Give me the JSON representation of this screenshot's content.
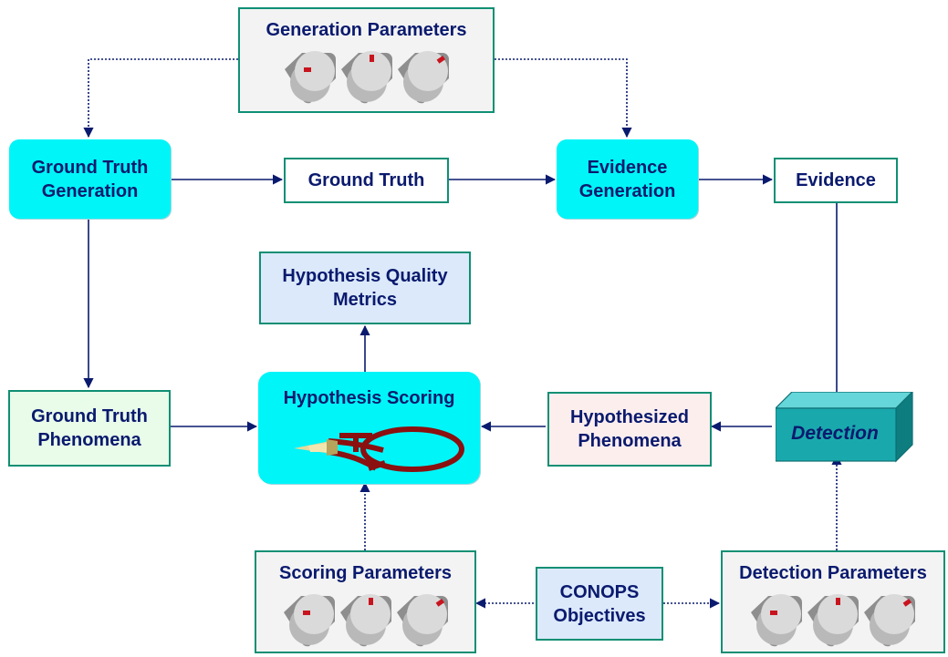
{
  "generation_parameters": {
    "label": "Generation Parameters"
  },
  "ground_truth_generation": {
    "line1": "Ground Truth",
    "line2": "Generation"
  },
  "ground_truth": {
    "label": "Ground Truth"
  },
  "evidence_generation": {
    "line1": "Evidence",
    "line2": "Generation"
  },
  "evidence": {
    "label": "Evidence"
  },
  "hypothesis_quality_metrics": {
    "line1": "Hypothesis Quality",
    "line2": "Metrics"
  },
  "ground_truth_phenomena": {
    "line1": "Ground Truth",
    "line2": "Phenomena"
  },
  "hypothesis_scoring": {
    "label": "Hypothesis Scoring"
  },
  "hypothesized_phenomena": {
    "line1": "Hypothesized",
    "line2": "Phenomena"
  },
  "detection": {
    "label": "Detection"
  },
  "scoring_parameters": {
    "label": "Scoring Parameters"
  },
  "conops_objectives": {
    "line1": "CONOPS",
    "line2": "Objectives"
  },
  "detection_parameters": {
    "label": "Detection Parameters"
  },
  "colors": {
    "box_border": "#0f8f74",
    "process_fill": "#00f5f8",
    "text": "#0a1a6e",
    "metrics_fill": "#dbe9fb",
    "ground_truth_phenomena_fill": "#e9fbe9",
    "hypothesized_phenomena_fill": "#fdeeee",
    "parameter_fill": "#f3f3f3",
    "detection_fill": "#19a9ad",
    "scoring_icon": "#8b1010",
    "knob_marker": "#c8141e"
  },
  "icons": {
    "parameter_knob": "knob-icon",
    "scoring_instrument": "scoring-instrument-icon"
  }
}
